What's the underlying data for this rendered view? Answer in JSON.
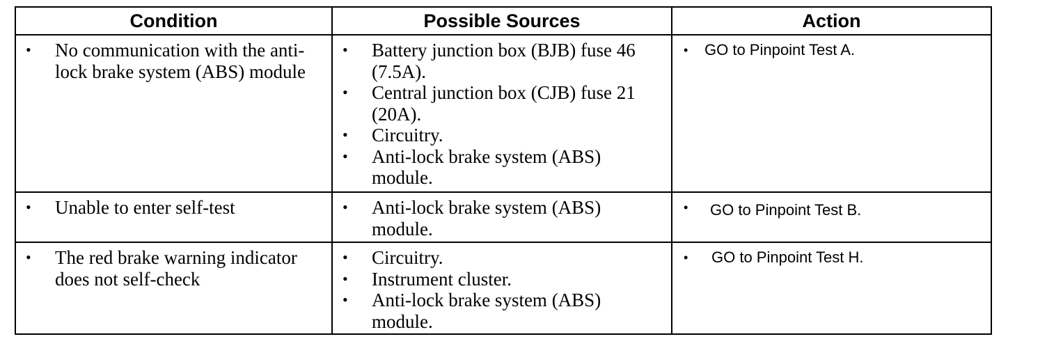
{
  "headers": {
    "condition": "Condition",
    "sources": "Possible Sources",
    "action": "Action"
  },
  "bullet": "•",
  "rows": [
    {
      "condition": [
        "No communication with the anti-lock brake system (ABS) module"
      ],
      "sources": [
        "Battery junction box (BJB) fuse 46 (7.5A).",
        "Central junction box (CJB) fuse 21 (20A).",
        "Circuitry.",
        "Anti-lock brake system (ABS) module."
      ],
      "action": "GO to Pinpoint Test A."
    },
    {
      "condition": [
        "Unable to enter self-test"
      ],
      "sources": [
        "Anti-lock brake system (ABS) module."
      ],
      "action": "GO to Pinpoint Test B."
    },
    {
      "condition": [
        "The red brake warning indicator does not self-check"
      ],
      "sources": [
        "Circuitry.",
        "Instrument cluster.",
        "Anti-lock brake system (ABS) module."
      ],
      "action": "GO to Pinpoint Test H."
    }
  ]
}
